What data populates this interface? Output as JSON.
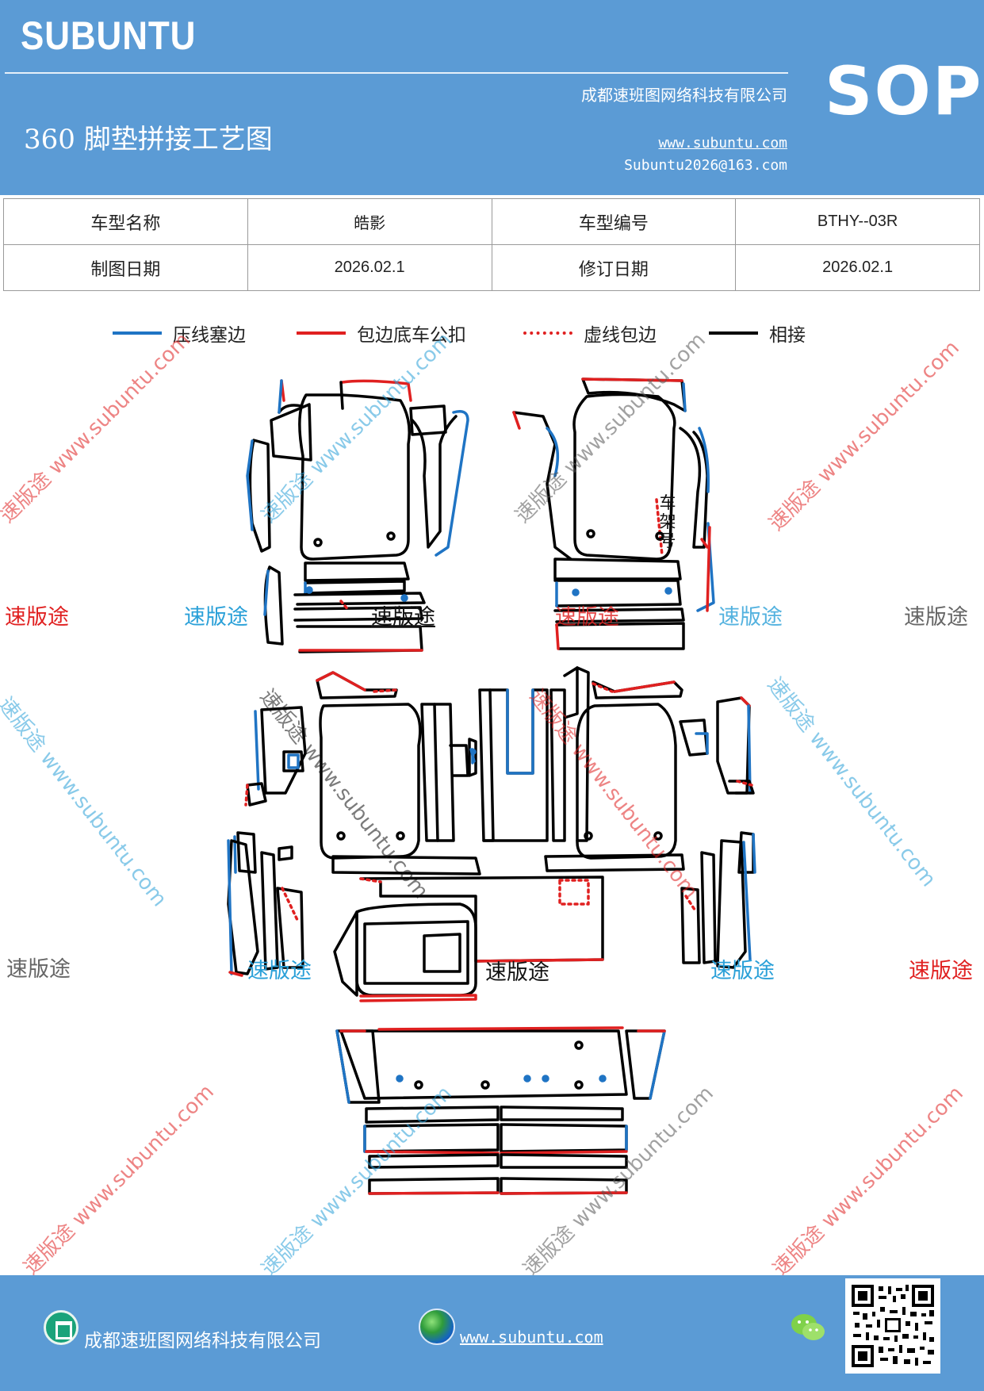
{
  "header": {
    "brand": "SUBUNTU",
    "company": "成都速班图网络科技有限公司",
    "title": "360 脚垫拼接工艺图",
    "website": "www.subuntu.com",
    "email": "Subuntu2026@163.com",
    "badge": "SOP"
  },
  "info_table": {
    "rows": [
      [
        "车型名称",
        "皓影",
        "车型编号",
        "BTHY--03R"
      ],
      [
        "制图日期",
        "2026.02.1",
        "修订日期",
        "2026.02.1"
      ]
    ]
  },
  "legend": [
    {
      "label": "压线塞边",
      "color": "#1f74c4",
      "style": "solid"
    },
    {
      "label": "包边底车公扣",
      "color": "#e02020",
      "style": "solid"
    },
    {
      "label": "虚线包边",
      "color": "#e02020",
      "style": "dotted"
    },
    {
      "label": "相接",
      "color": "#000000",
      "style": "solid"
    }
  ],
  "annotations": {
    "vin_label": [
      "车",
      "架",
      "号"
    ]
  },
  "watermarks": {
    "brand_cn": "速版途",
    "diagonal_text": "速版途 www.subuntu.com",
    "color_red": "#e02020",
    "color_blue": "#2aa0d8",
    "color_gray": "#666666",
    "color_black": "#111111"
  },
  "footer": {
    "company": "成都速班图网络科技有限公司",
    "website": "www.subuntu.com",
    "company_icon": "building-icon",
    "website_icon": "globe-icon",
    "social_icon": "wechat-icon",
    "qr_icon": "qr-code-icon"
  },
  "colors": {
    "header_bg": "#5b9bd5",
    "blue_line": "#1f74c4",
    "red_line": "#e02020"
  }
}
